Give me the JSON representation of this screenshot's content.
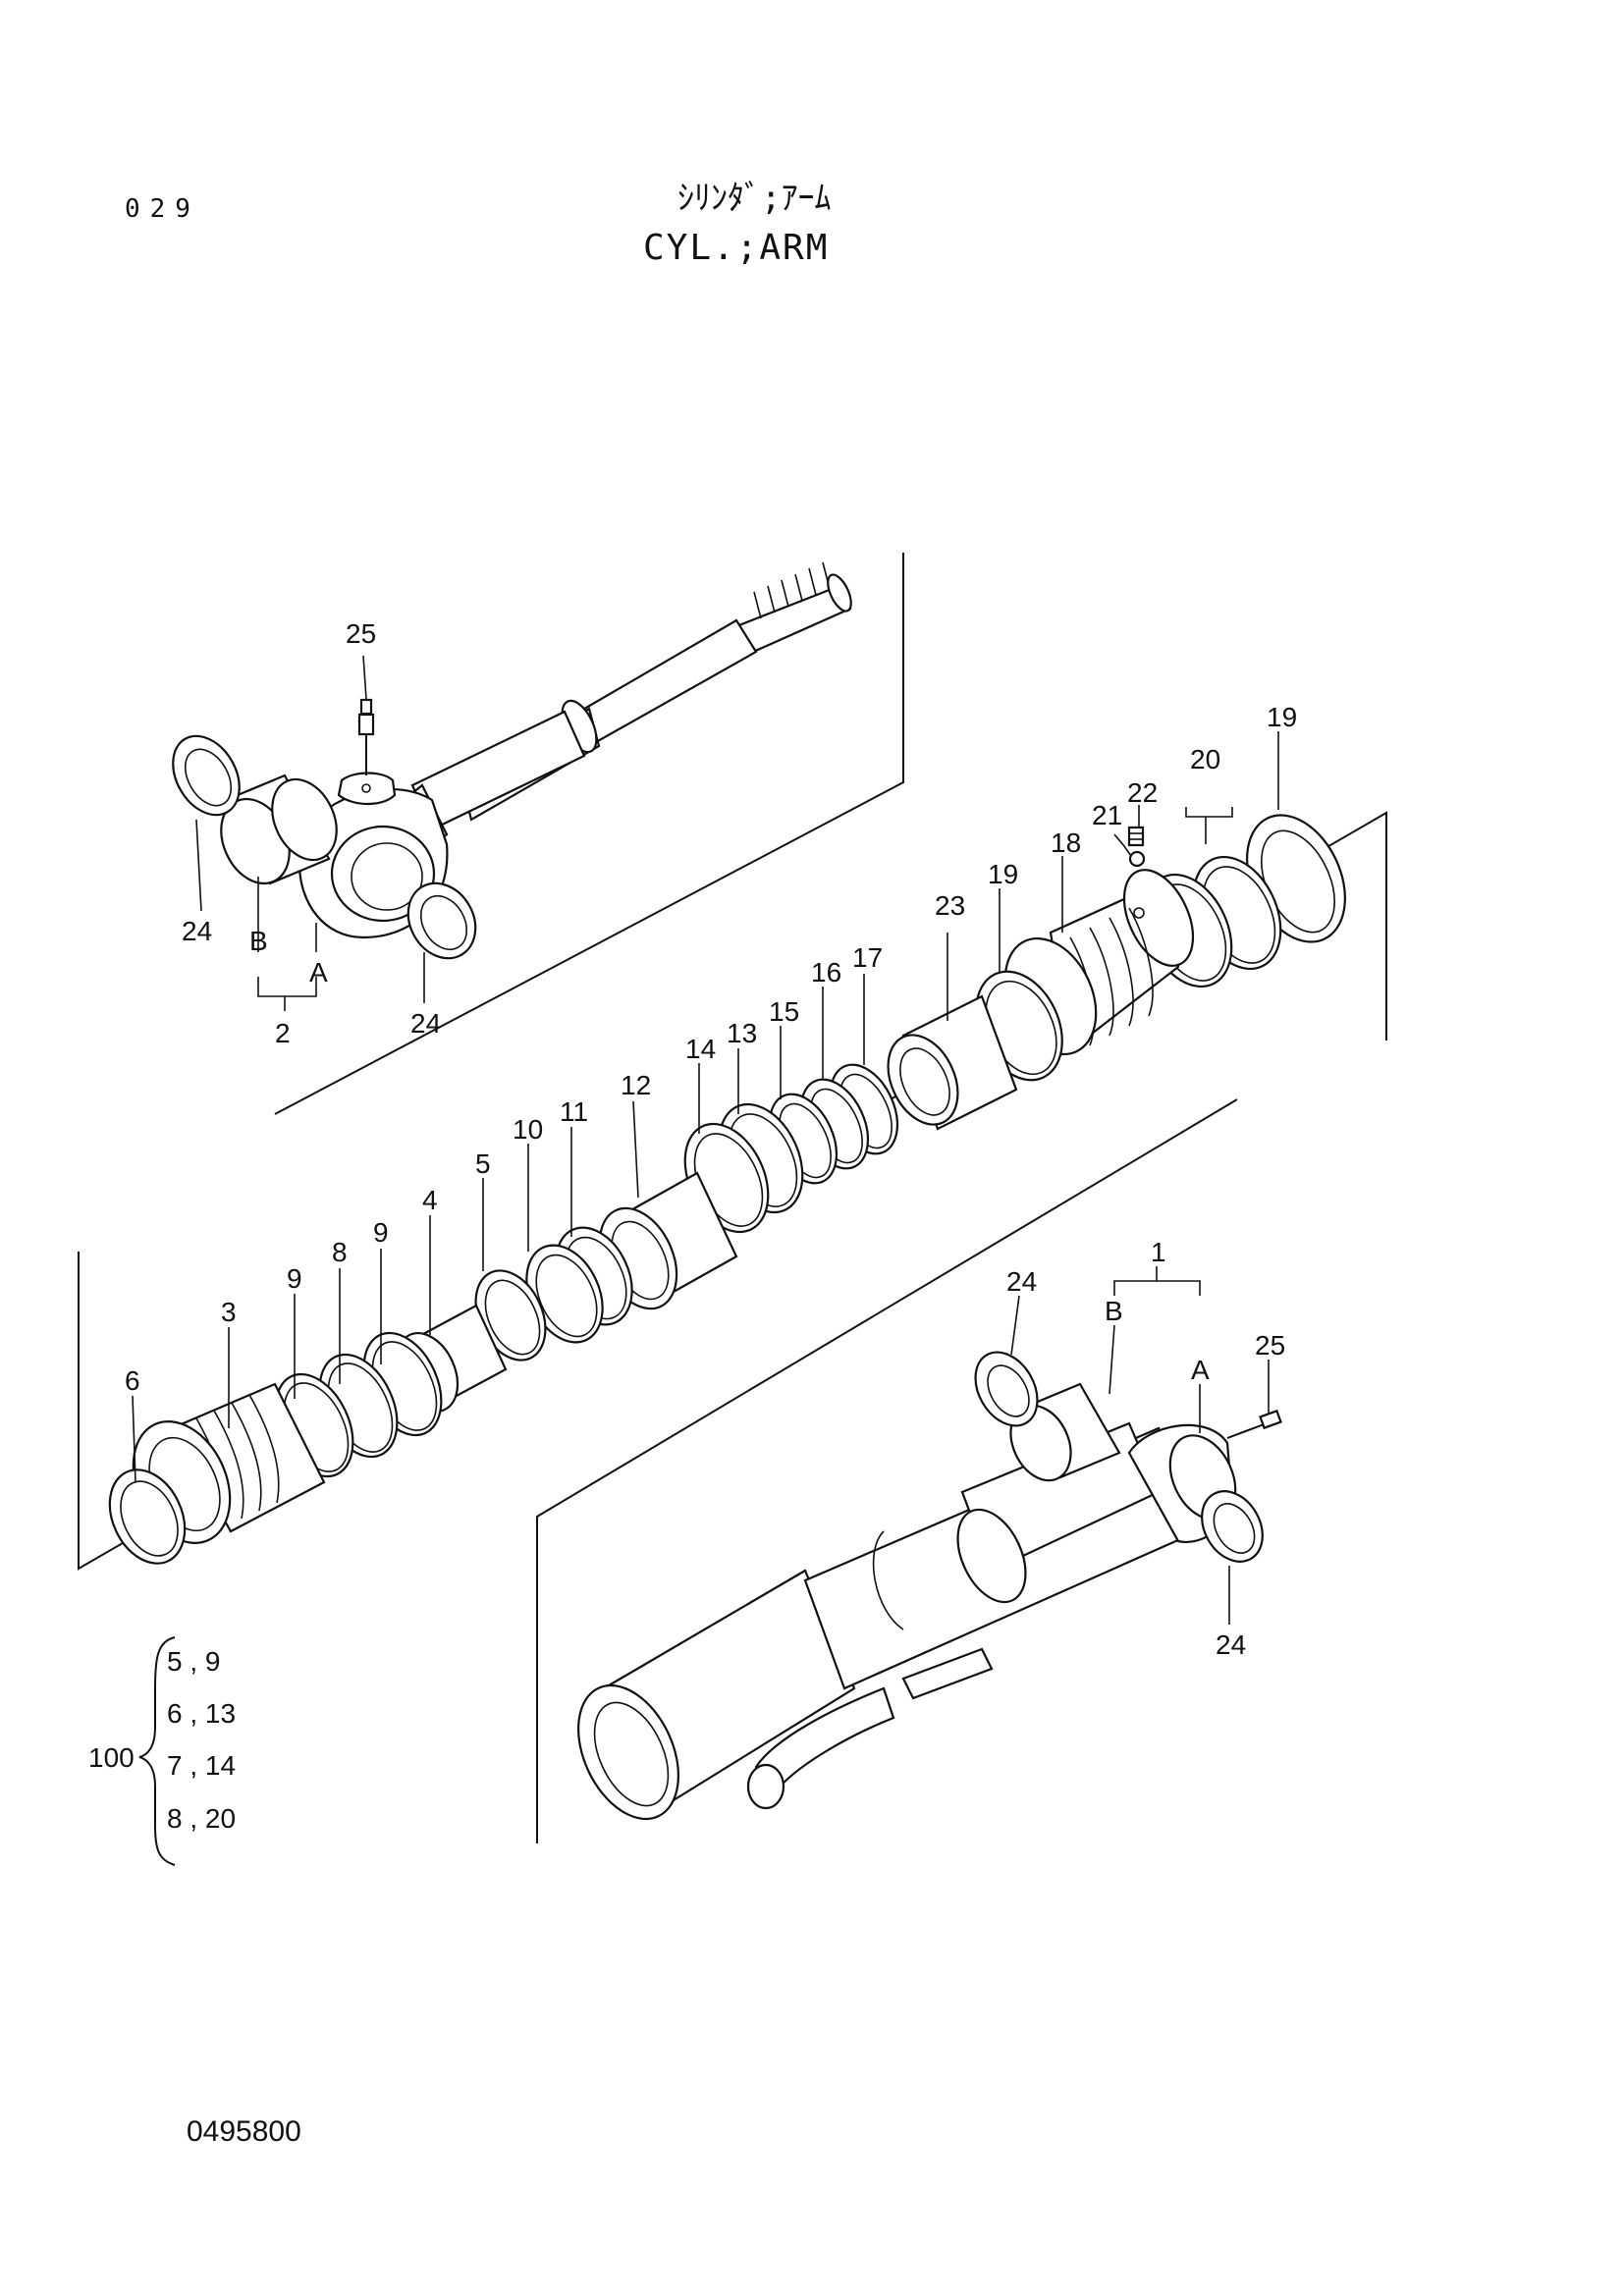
{
  "header": {
    "page_number": "029",
    "title_jp": "ｼﾘﾝﾀﾞ;ｱｰﾑ",
    "title_en": "CYL.;ARM"
  },
  "callouts": [
    "25",
    "24",
    "B",
    "A",
    "2",
    "24",
    "19",
    "22",
    "20",
    "21",
    "18",
    "19",
    "23",
    "17",
    "16",
    "15",
    "13",
    "14",
    "12",
    "11",
    "10",
    "5",
    "4",
    "9",
    "8",
    "9",
    "3",
    "6",
    "24",
    "1",
    "B",
    "A",
    "25",
    "24"
  ],
  "kit": {
    "number": "100",
    "rows": [
      "5 ,  9",
      "6 , 13",
      "7 , 14",
      "8 , 20"
    ]
  },
  "footer": {
    "drawing_number": "0495800"
  }
}
